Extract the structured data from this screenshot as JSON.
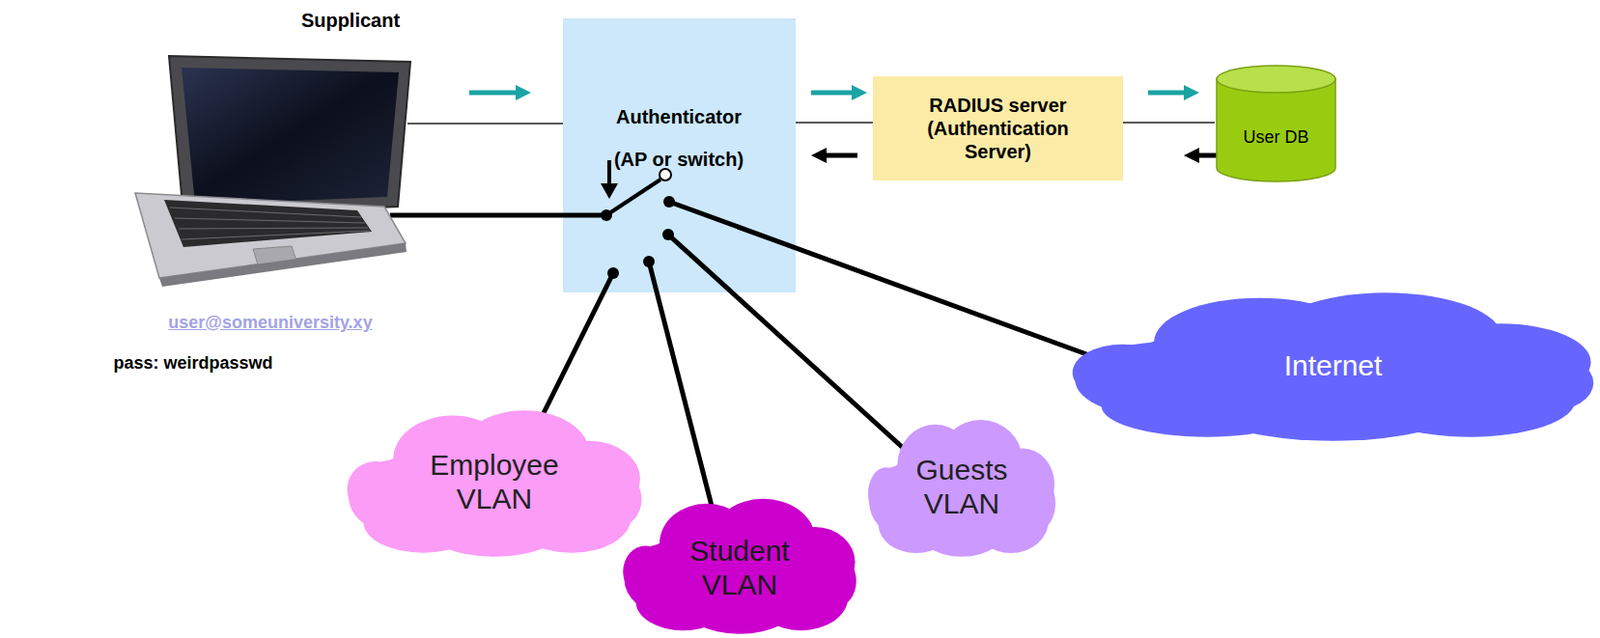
{
  "diagram": {
    "nodes": [
      {
        "text": [
          "Supplicant",
          "user@someuniversity.xy",
          "pass: weirdpasswd"
        ]
      },
      {
        "text": [
          "Authenticator (AP or switch)"
        ]
      },
      {
        "text": [
          "RADIUS server (Authentication Server)"
        ]
      },
      {
        "text": [
          "User DB"
        ]
      },
      {
        "text": [
          "Internet"
        ]
      },
      {
        "text": [
          "Employee VLAN"
        ]
      },
      {
        "text": [
          "Student VLAN"
        ]
      },
      {
        "text": [
          "Guests VLAN"
        ]
      }
    ],
    "edges": [
      {
        "from": 0,
        "to": 1,
        "arrow": "none"
      },
      {
        "from": 0,
        "to": 1,
        "arrow": "none"
      },
      {
        "from": 1,
        "to": 2,
        "arrow": "none"
      },
      {
        "from": 2,
        "to": 3,
        "arrow": "none"
      },
      {
        "from": 1,
        "to": 4,
        "arrow": "none"
      },
      {
        "from": 1,
        "to": 5,
        "arrow": "none"
      },
      {
        "from": 1,
        "to": 6,
        "arrow": "none"
      },
      {
        "from": 1,
        "to": 7,
        "arrow": "none"
      }
    ]
  }
}
